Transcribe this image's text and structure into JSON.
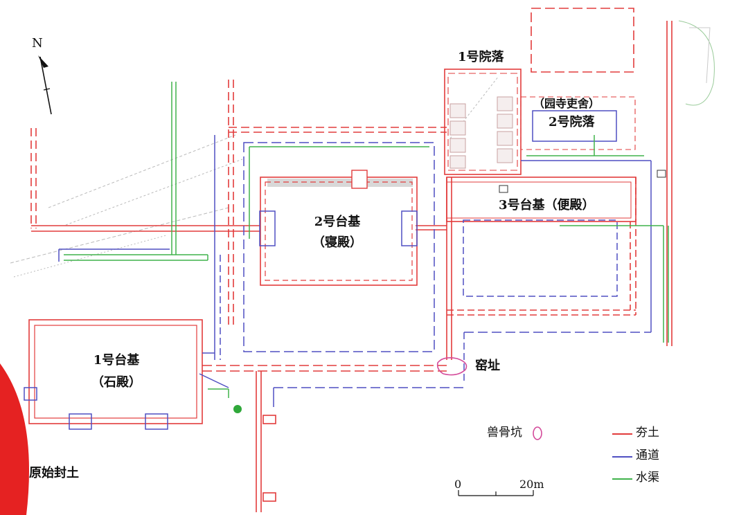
{
  "colors": {
    "rammed_earth": "#e23b3b",
    "passage": "#4f4fc2",
    "channel": "#3fb24a",
    "kiln": "#d44a9a",
    "mound": "#e52222",
    "ruin_gray": "#b9b9b9"
  },
  "north_label": "N",
  "labels": {
    "courtyard1": "1号院落",
    "courtyard2_note": "（园寺吏舍）",
    "courtyard2": "2号院落",
    "platform2_name": "2号台基",
    "platform2_sub": "（寝殿）",
    "platform3": "3号台基（便殿）",
    "platform1_name": "1号台基",
    "platform1_sub": "（石殿）",
    "kiln": "窑址",
    "mound": "原始封土",
    "bone_pit": "兽骨坑"
  },
  "legend": [
    {
      "label": "夯土",
      "color": "#e23b3b"
    },
    {
      "label": "通道",
      "color": "#4f4fc2"
    },
    {
      "label": "水渠",
      "color": "#3fb24a"
    }
  ],
  "scale": {
    "start": "0",
    "end": "20m"
  }
}
